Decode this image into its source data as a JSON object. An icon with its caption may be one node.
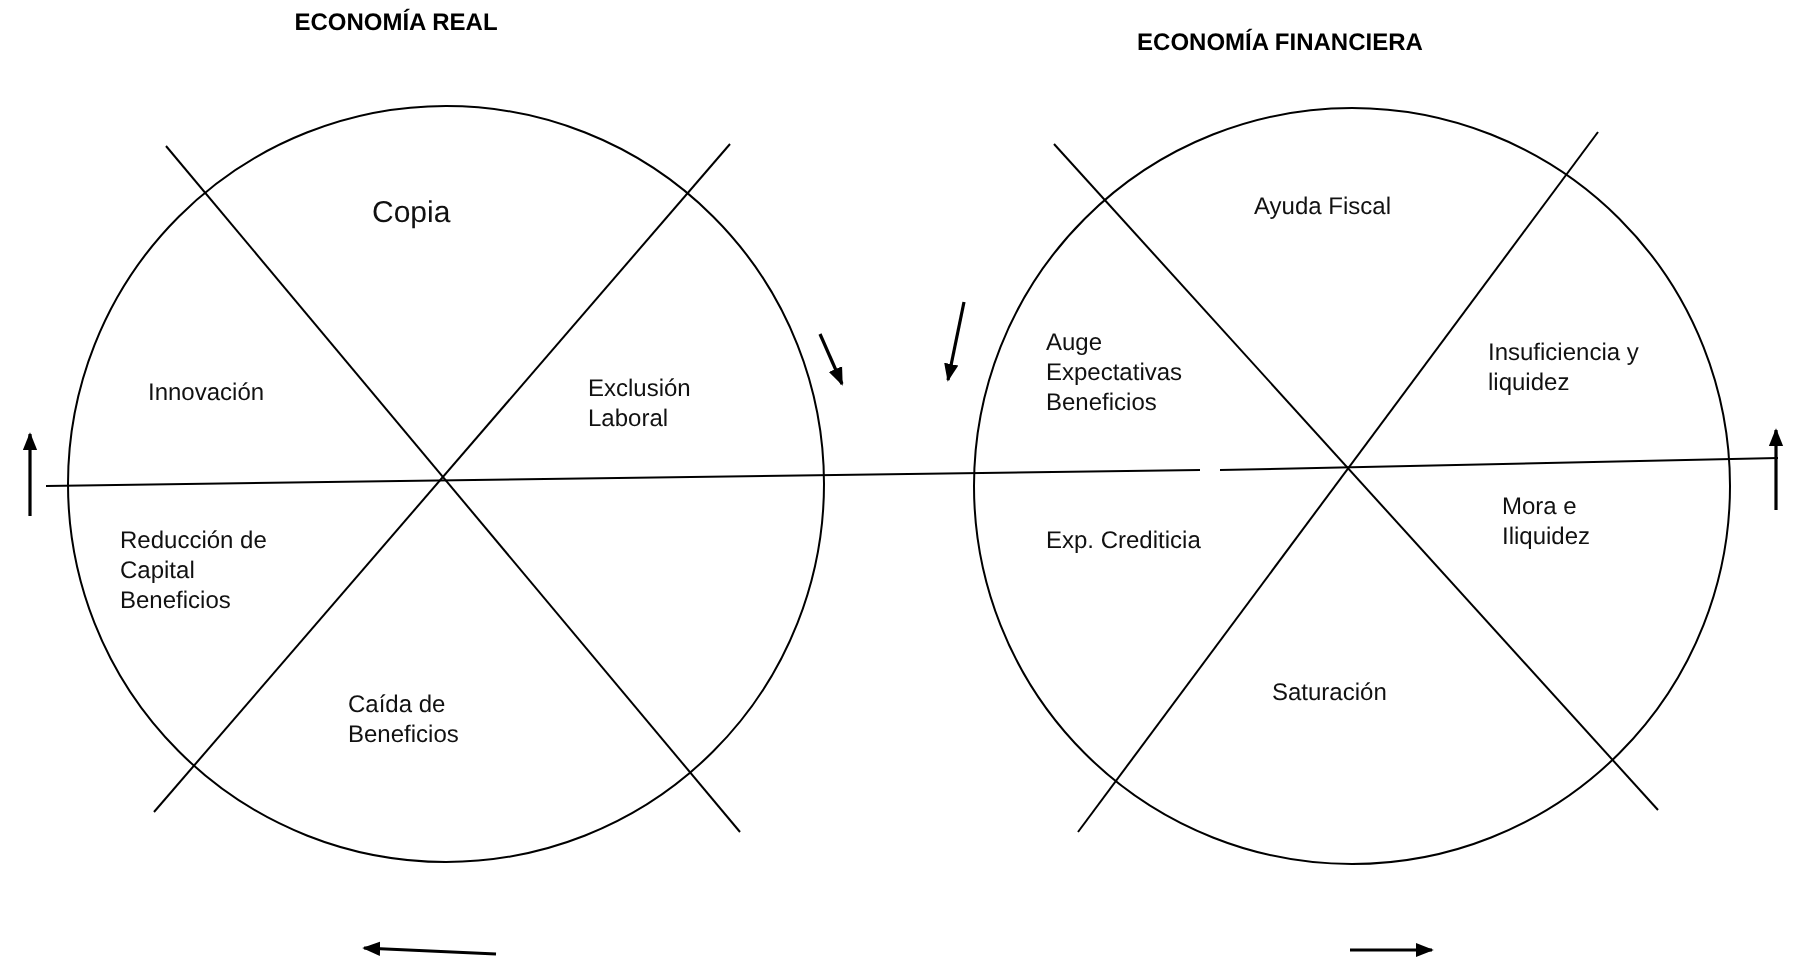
{
  "diagram": {
    "nodes": [
      {
        "text": [
          "ECONOMÍA REAL"
        ]
      },
      {
        "text": [
          "ECONOMÍA FINANCIERA"
        ]
      }
    ],
    "labels": [
      "Copia",
      "Innovación",
      "Exclusión Laboral",
      "Reducción de Capital Beneficios",
      "Caída de Beneficios",
      "Ayuda Fiscal",
      "Auge Expectativas Beneficios",
      "Insuficiencia y liquidez",
      "Mora e Iliquidez",
      "Exp. Crediticia",
      "Saturación"
    ]
  }
}
